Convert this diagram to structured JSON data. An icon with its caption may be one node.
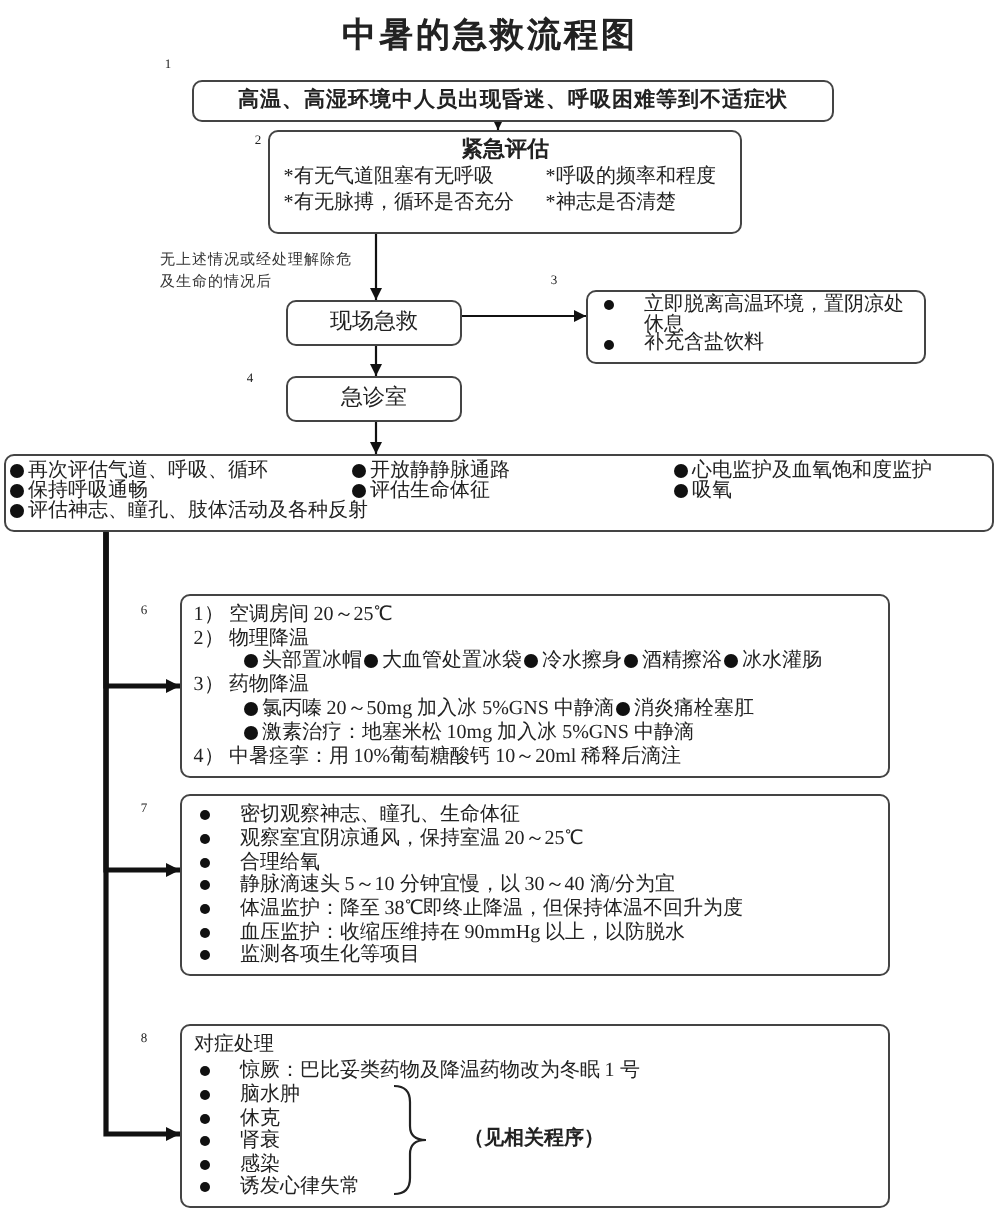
{
  "diagram": {
    "title": "中暑的急救流程图",
    "nodes": [
      {
        "text": [
          "高温、高湿环境中人员出现昏迷、呼吸困难等到不适症状"
        ],
        "beside": [
          "1"
        ]
      },
      {
        "text": [
          "紧急评估",
          "*有无气道阻塞有无呼吸",
          "*呼吸的频率和程度",
          "*有无脉搏，循环是否充分",
          "*神志是否清楚"
        ],
        "beside": [
          "2"
        ]
      },
      {
        "text": [
          "现场急救"
        ]
      },
      {
        "text": [
          "立即脱离高温环境，置阴凉处休息",
          "补充含盐饮料"
        ],
        "beside": [
          "3"
        ]
      },
      {
        "text": [
          "急诊室"
        ],
        "beside": [
          "4"
        ]
      },
      {
        "text": [
          "再次评估气道、呼吸、循环",
          "开放静静脉通路",
          "心电监护及血氧饱和度监护",
          "保持呼吸通畅",
          "评估生命体征",
          "吸氧",
          "评估神志、瞳孔、肢体活动及各种反射"
        ]
      },
      {
        "text": [
          "1） 空调房间 20～25℃",
          "2） 物理降温",
          "头部置冰帽",
          "大血管处置冰袋",
          "冷水擦身",
          "酒精擦浴",
          "冰水灌肠",
          "3） 药物降温",
          "氯丙嗪 20～50mg 加入冰 5%GNS 中静滴",
          "消炎痛栓塞肛",
          "激素治疗：地塞米松 10mg 加入冰 5%GNS 中静滴",
          "4） 中暑痉挛：用 10%葡萄糖酸钙 10～20ml 稀释后滴注"
        ],
        "beside": [
          "6"
        ]
      },
      {
        "text": [
          "密切观察神志、瞳孔、生命体征",
          "观察室宜阴凉通风，保持室温 20～25℃",
          "合理给氧",
          "静脉滴速头 5～10 分钟宜慢，以 30～40 滴/分为宜",
          "体温监护：降至 38℃即终止降温，但保持体温不回升为度",
          "血压监护：收缩压维持在 90mmHg 以上，以防脱水",
          "监测各项生化等项目"
        ],
        "beside": [
          "7"
        ]
      },
      {
        "text": [
          "对症处理",
          "惊厥：巴比妥类药物及降温药物改为冬眠 1 号",
          "脑水肿",
          "休克",
          "肾衰",
          "感染",
          "诱发心律失常",
          "（见相关程序）"
        ],
        "beside": [
          "8"
        ]
      }
    ],
    "edges": [
      {
        "from": 0,
        "to": 1,
        "arrow": "to"
      },
      {
        "from": 1,
        "to": 2,
        "arrow": "to",
        "label": "无上述情况或经处理解除危及生命的情况后"
      },
      {
        "from": 2,
        "to": 3,
        "arrow": "to"
      },
      {
        "from": 2,
        "to": 4,
        "arrow": "to"
      },
      {
        "from": 4,
        "to": 5,
        "arrow": "to"
      },
      {
        "from": 5,
        "to": 6,
        "arrow": "to",
        "style": "thick"
      },
      {
        "from": 5,
        "to": 7,
        "arrow": "to",
        "style": "thick"
      },
      {
        "from": 5,
        "to": 8,
        "arrow": "to",
        "style": "thick"
      }
    ]
  }
}
